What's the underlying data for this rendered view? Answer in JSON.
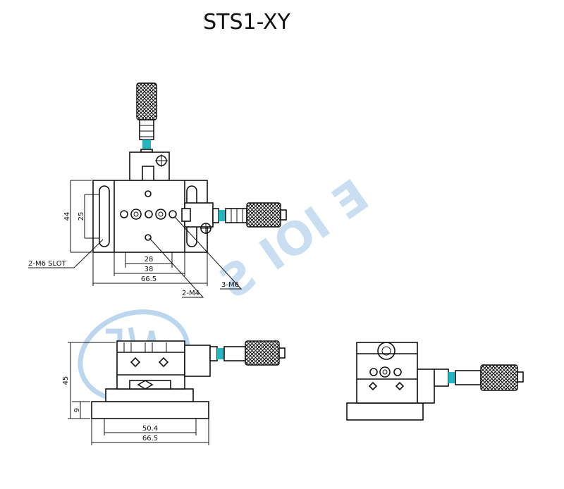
{
  "title": "STS1-XY",
  "top_view": {
    "dims": {
      "height_outer": "44",
      "height_inner": "25",
      "width_inner": "28",
      "width_mid": "38",
      "width_outer": "66.5"
    },
    "callouts": {
      "slot": "2-M6 SLOT",
      "m4": "2-M4",
      "m6": "3-M6"
    }
  },
  "side_view": {
    "dims": {
      "height_total": "45",
      "height_base": "9",
      "width_inner": "50.4",
      "width_outer": "66.5"
    }
  },
  "colors": {
    "line": "#111111",
    "watermark": "#6aa3d8",
    "accent": "#2bb3c0"
  }
}
